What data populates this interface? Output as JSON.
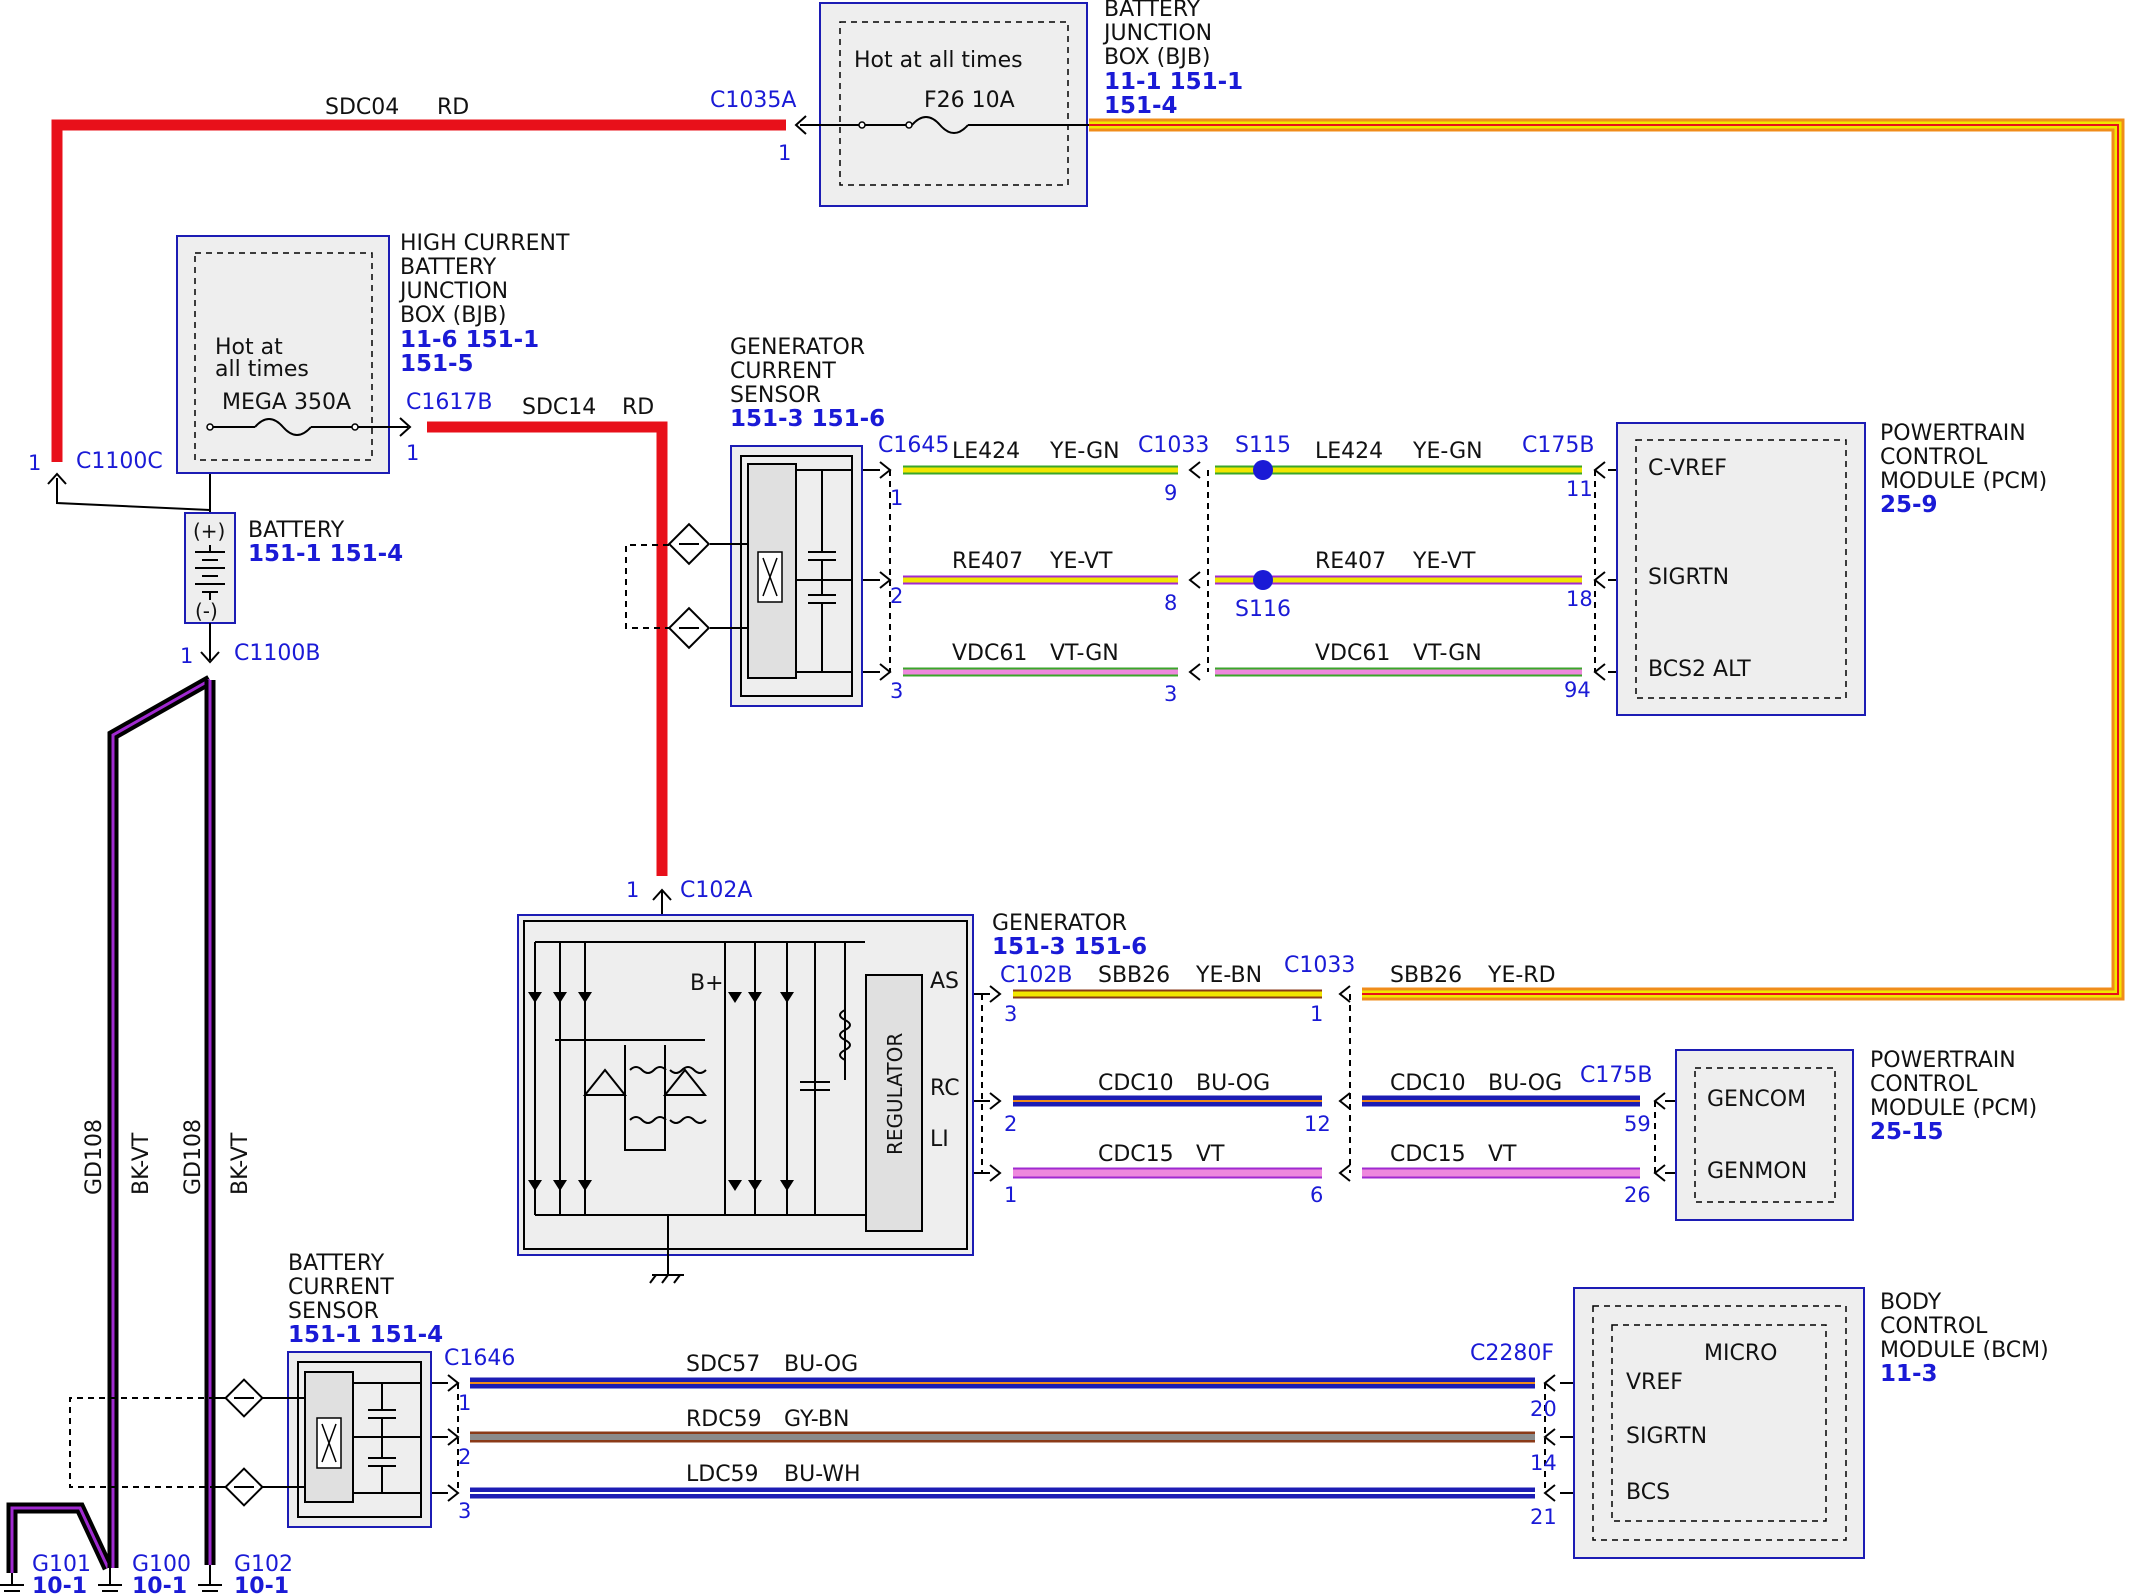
{
  "components": {
    "bjb": {
      "name": [
        "BATTERY",
        "JUNCTION",
        "BOX (BJB)"
      ],
      "refs": [
        "11-1  151-1",
        "151-4"
      ],
      "hot_label": "Hot at all times",
      "fuse_label": "F26  10A"
    },
    "hcbjb": {
      "name": [
        "HIGH CURRENT",
        "BATTERY",
        "JUNCTION",
        "BOX (BJB)"
      ],
      "refs": [
        "11-6  151-1",
        "151-5"
      ],
      "hot_label": [
        "Hot at",
        "all times"
      ],
      "fuse_label": "MEGA 350A"
    },
    "battery": {
      "name": "BATTERY",
      "refs": "151-1 151-4",
      "plus": "(+)",
      "minus": "(-)"
    },
    "gcs": {
      "name": [
        "GENERATOR",
        "CURRENT",
        "SENSOR"
      ],
      "refs": "151-3 151-6"
    },
    "pcm1": {
      "name": [
        "POWERTRAIN",
        "CONTROL",
        "MODULE (PCM)"
      ],
      "refs": "25-9",
      "pins": [
        "C-VREF",
        "SIGRTN",
        "BCS2 ALT"
      ]
    },
    "generator": {
      "name": "GENERATOR",
      "refs": "151-3 151-6",
      "bplus": "B+",
      "regulator": "REGULATOR",
      "terms": [
        "AS",
        "RC",
        "LI"
      ]
    },
    "pcm2": {
      "name": [
        "POWERTRAIN",
        "CONTROL",
        "MODULE (PCM)"
      ],
      "refs": "25-15",
      "pins": [
        "GENCOM",
        "GENMON"
      ]
    },
    "bcs": {
      "name": [
        "BATTERY",
        "CURRENT",
        "SENSOR"
      ],
      "refs": "151-1 151-4"
    },
    "bcm": {
      "name": [
        "BODY",
        "CONTROL",
        "MODULE (BCM)"
      ],
      "refs": "11-3",
      "micro": "MICRO",
      "pins": [
        "VREF",
        "SIGRTN",
        "BCS"
      ]
    }
  },
  "connectors": {
    "c1035a": "C1035A",
    "c1100c": "C1100C",
    "c1100b": "C1100B",
    "c1617b": "C1617B",
    "c1645": "C1645",
    "c1033": "C1033",
    "c175b": "C175B",
    "c102a": "C102A",
    "c102b": "C102B",
    "c1646": "C1646",
    "c2280f": "C2280F",
    "splices": [
      "S115",
      "S116"
    ],
    "grounds": [
      {
        "id": "G101",
        "ref": "10-1"
      },
      {
        "id": "G100",
        "ref": "10-1"
      },
      {
        "id": "G102",
        "ref": "10-1"
      }
    ]
  },
  "wires": {
    "sdc04": {
      "circuit": "SDC04",
      "color": "RD"
    },
    "sdc14": {
      "circuit": "SDC14",
      "color": "RD"
    },
    "le424": {
      "circuit": "LE424",
      "color": "YE-GN"
    },
    "re407": {
      "circuit": "RE407",
      "color": "YE-VT"
    },
    "vdc61": {
      "circuit": "VDC61",
      "color": "VT-GN"
    },
    "sbb26a": {
      "circuit": "SBB26",
      "color": "YE-BN"
    },
    "sbb26b": {
      "circuit": "SBB26",
      "color": "YE-RD"
    },
    "cdc10": {
      "circuit": "CDC10",
      "color": "BU-OG"
    },
    "cdc15": {
      "circuit": "CDC15",
      "color": "VT"
    },
    "sdc57": {
      "circuit": "SDC57",
      "color": "BU-OG"
    },
    "rdc59": {
      "circuit": "RDC59",
      "color": "GY-BN"
    },
    "ldc59": {
      "circuit": "LDC59",
      "color": "BU-WH"
    },
    "gd108": {
      "circuit": "GD108",
      "color": "BK-VT"
    }
  },
  "pins": {
    "c1035a": "1",
    "c1100c": "1",
    "c1617b": "1",
    "c1100b": "1",
    "c102a": "1",
    "gcs_left": [
      "1",
      "2",
      "3"
    ],
    "c1033_top": [
      "9",
      "8",
      "3"
    ],
    "c175b_top": [
      "11",
      "18",
      "94"
    ],
    "c102b": [
      "3",
      "2",
      "1"
    ],
    "c1033_bottom": [
      "1",
      "12",
      "6"
    ],
    "c175b_bottom": [
      "59",
      "26"
    ],
    "c1646": [
      "1",
      "2",
      "3"
    ],
    "c2280f": [
      "20",
      "14",
      "21"
    ]
  },
  "wire_colors": {
    "red": "#e8101a",
    "yellow": "#f2e600",
    "green": "#3aa62a",
    "violet": "#a02ad0",
    "blue": "#1c1cb4",
    "orange": "#f08c1a",
    "pink": "#ee88dd",
    "gray": "#8a8a8a",
    "brown": "#8a3a18",
    "black": "#000000",
    "label_blue": "#1a1ad6",
    "box_fill": "#eeeeee"
  }
}
